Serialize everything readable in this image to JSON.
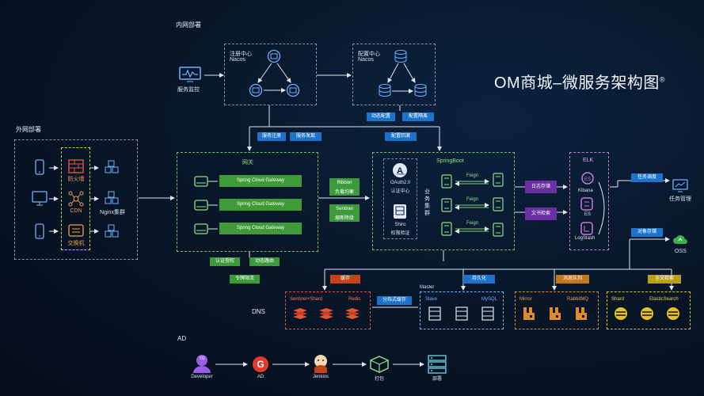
{
  "title": "OM商城–微服务架构图",
  "title_mark": "®",
  "sections": {
    "internal": "内网部署",
    "external": "外网部署",
    "dns": "DNS",
    "ad": "AD"
  },
  "internal": {
    "monitor_label": "服务监控",
    "registry_title": "注册中心",
    "registry_sub": "Nacos",
    "config_title": "配置中心",
    "config_sub": "Nacos",
    "tags": [
      "动态配置",
      "配置隔离",
      "服务注册",
      "服务发现",
      "配置回滚"
    ]
  },
  "external": {
    "firewall": "防火墙",
    "cdn": "CDN",
    "nginx": "Nginx集群",
    "switch": "交换机"
  },
  "gateway": {
    "title": "网关",
    "items": [
      "Spring Cloud Gateway",
      "Spring Cloud Gateway",
      "Spring Cloud Gateway"
    ],
    "ribbon": "Ribbon\n负载均衡",
    "ribbon_l1": "Ribbon",
    "ribbon_l2": "负载均衡",
    "sentinel_l1": "Sentinel",
    "sentinel_l2": "熔断降级",
    "bottom_tags": [
      "认证授权",
      "动态路由",
      "令牌限流"
    ]
  },
  "springboot": {
    "title": "SpringBoot",
    "oauth_icon": "Oauth",
    "oauth_label1": "OAuth2.0",
    "oauth_label2": "认证中心",
    "shiro_label1": "Shiro",
    "shiro_label2": "权限验证",
    "cluster_label": "业务集群",
    "feign": [
      "Feign",
      "Feign",
      "Feign"
    ]
  },
  "middle_tags": {
    "log": "日志存储",
    "search": "文书检索",
    "cache": "缓存",
    "persist": "持久化",
    "mq": "消息队列",
    "fulltext": "全文检索",
    "dist_cache": "分布式缓存"
  },
  "elk": {
    "title": "ELK",
    "kibana": "Kibana",
    "es": "ES",
    "logstash": "LogStash"
  },
  "right": {
    "task_tag": "任务调度",
    "task_label": "任务管理",
    "oss_tag": "对象存储",
    "oss_label": "OSS"
  },
  "stores": {
    "master": "Master",
    "redis_left": "Sentinel+Shard",
    "redis_right": "Redis",
    "mysql_left": "Slave",
    "mysql_right": "MySQL",
    "mq_left": "Mirror",
    "mq_right": "RabbitMQ",
    "es_left": "Shard",
    "es_right": "ElasticSearch"
  },
  "pipeline": {
    "steps": [
      "Developer",
      "AD",
      "Jenkins",
      "打包",
      "部署"
    ],
    "dev_badge": "TG"
  },
  "colors": {
    "blue": "#1d73c9",
    "green": "#3c9a3a",
    "purple": "#6a2fa0",
    "red": "#c2421c",
    "orange": "#c1771b",
    "yellow": "#b9a018"
  }
}
